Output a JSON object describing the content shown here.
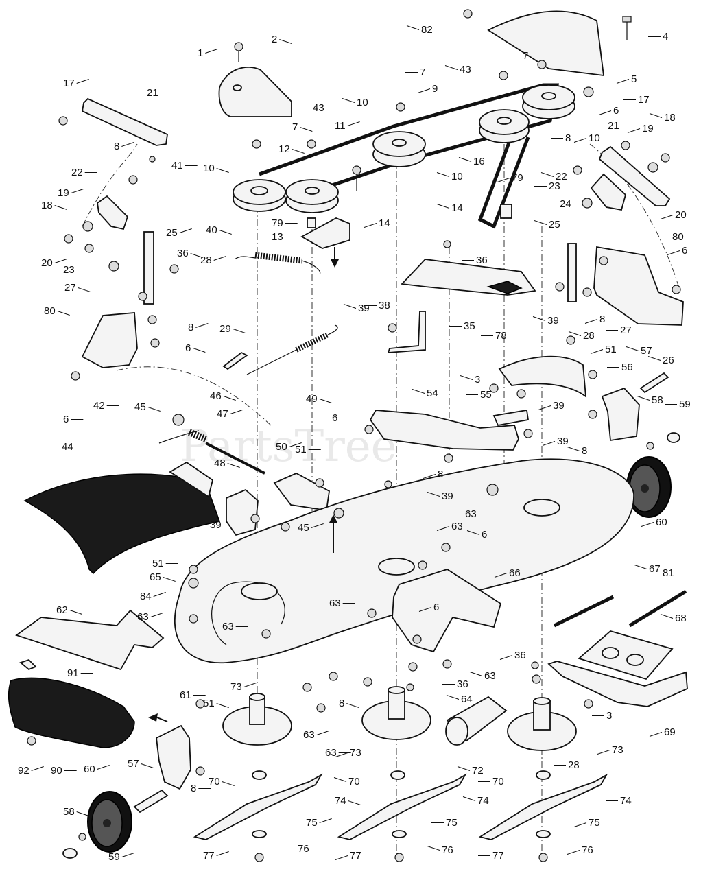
{
  "watermark": "PartsTree",
  "parts": [
    {
      "text": "82"
    },
    {
      "text": "4"
    },
    {
      "text": "2"
    },
    {
      "text": "1"
    },
    {
      "text": "7"
    },
    {
      "text": "5"
    },
    {
      "text": "43"
    },
    {
      "text": "7"
    },
    {
      "text": "9"
    },
    {
      "text": "17"
    },
    {
      "text": "21"
    },
    {
      "text": "6"
    },
    {
      "text": "10"
    },
    {
      "text": "43"
    },
    {
      "text": "7"
    },
    {
      "text": "11"
    },
    {
      "text": "17"
    },
    {
      "text": "10"
    },
    {
      "text": "18"
    },
    {
      "text": "21"
    },
    {
      "text": "19"
    },
    {
      "text": "8"
    },
    {
      "text": "41"
    },
    {
      "text": "12"
    },
    {
      "text": "16"
    },
    {
      "text": "8"
    },
    {
      "text": "10"
    },
    {
      "text": "10"
    },
    {
      "text": "22"
    },
    {
      "text": "79"
    },
    {
      "text": "22"
    },
    {
      "text": "23"
    },
    {
      "text": "20"
    },
    {
      "text": "19"
    },
    {
      "text": "24"
    },
    {
      "text": "18"
    },
    {
      "text": "14"
    },
    {
      "text": "79"
    },
    {
      "text": "14"
    },
    {
      "text": "25"
    },
    {
      "text": "13"
    },
    {
      "text": "40"
    },
    {
      "text": "25"
    },
    {
      "text": "80"
    },
    {
      "text": "6"
    },
    {
      "text": "20"
    },
    {
      "text": "23"
    },
    {
      "text": "36"
    },
    {
      "text": "28"
    },
    {
      "text": "36"
    },
    {
      "text": "27"
    },
    {
      "text": "39"
    },
    {
      "text": "38"
    },
    {
      "text": "80"
    },
    {
      "text": "8"
    },
    {
      "text": "35"
    },
    {
      "text": "8"
    },
    {
      "text": "28"
    },
    {
      "text": "27"
    },
    {
      "text": "29"
    },
    {
      "text": "39"
    },
    {
      "text": "78"
    },
    {
      "text": "6"
    },
    {
      "text": "26"
    },
    {
      "text": "42"
    },
    {
      "text": "51"
    },
    {
      "text": "57"
    },
    {
      "text": "6"
    },
    {
      "text": "49"
    },
    {
      "text": "3"
    },
    {
      "text": "56"
    },
    {
      "text": "46"
    },
    {
      "text": "54"
    },
    {
      "text": "55"
    },
    {
      "text": "39"
    },
    {
      "text": "58"
    },
    {
      "text": "59"
    },
    {
      "text": "45"
    },
    {
      "text": "47"
    },
    {
      "text": "6"
    },
    {
      "text": "39"
    },
    {
      "text": "8"
    },
    {
      "text": "44"
    },
    {
      "text": "48"
    },
    {
      "text": "50"
    },
    {
      "text": "51"
    },
    {
      "text": "8"
    },
    {
      "text": "39"
    },
    {
      "text": "63"
    },
    {
      "text": "60"
    },
    {
      "text": "45"
    },
    {
      "text": "39"
    },
    {
      "text": "63"
    },
    {
      "text": "6"
    },
    {
      "text": "51"
    },
    {
      "text": "65"
    },
    {
      "text": "67"
    },
    {
      "text": "81"
    },
    {
      "text": "66"
    },
    {
      "text": "84"
    },
    {
      "text": "63"
    },
    {
      "text": "62"
    },
    {
      "text": "63"
    },
    {
      "text": "63"
    },
    {
      "text": "6"
    },
    {
      "text": "68"
    },
    {
      "text": "91"
    },
    {
      "text": "36"
    },
    {
      "text": "63"
    },
    {
      "text": "36"
    },
    {
      "text": "8"
    },
    {
      "text": "64"
    },
    {
      "text": "61"
    },
    {
      "text": "51"
    },
    {
      "text": "73"
    },
    {
      "text": "3"
    },
    {
      "text": "69"
    },
    {
      "text": "63"
    },
    {
      "text": "63"
    },
    {
      "text": "73"
    },
    {
      "text": "72"
    },
    {
      "text": "28"
    },
    {
      "text": "73"
    },
    {
      "text": "92"
    },
    {
      "text": "90"
    },
    {
      "text": "57"
    },
    {
      "text": "60"
    },
    {
      "text": "8"
    },
    {
      "text": "70"
    },
    {
      "text": "70"
    },
    {
      "text": "70"
    },
    {
      "text": "74"
    },
    {
      "text": "74"
    },
    {
      "text": "74"
    },
    {
      "text": "58"
    },
    {
      "text": "75"
    },
    {
      "text": "75"
    },
    {
      "text": "75"
    },
    {
      "text": "77"
    },
    {
      "text": "76"
    },
    {
      "text": "77"
    },
    {
      "text": "76"
    },
    {
      "text": "77"
    },
    {
      "text": "76"
    },
    {
      "text": "59"
    }
  ]
}
